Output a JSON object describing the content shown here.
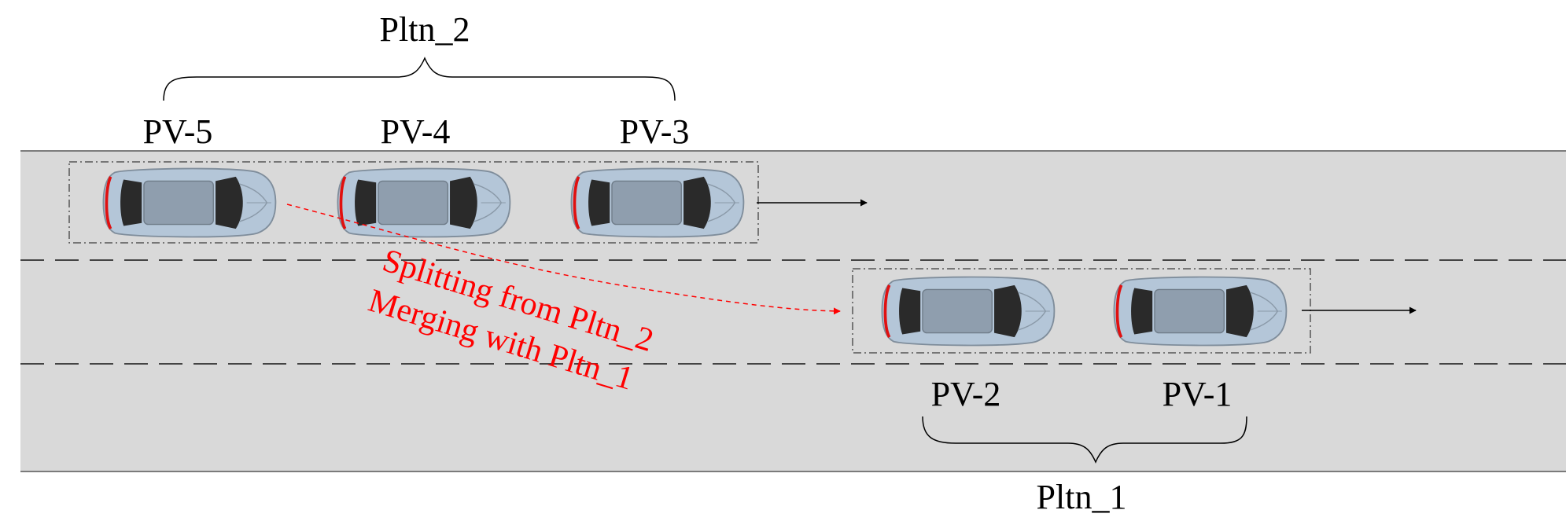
{
  "platoon_top": {
    "name": "Pltn_2",
    "vehicles": [
      "PV-5",
      "PV-4",
      "PV-3"
    ]
  },
  "platoon_bottom": {
    "name": "Pltn_1",
    "vehicles": [
      "PV-2",
      "PV-1"
    ]
  },
  "maneuver": {
    "line1": "Splitting from Pltn_2",
    "line2": "Merging with Pltn_1"
  },
  "colors": {
    "road": "#d9d9d9",
    "maneuver": "#ff0000",
    "car_body": "#b4c6d8",
    "car_roof": "#8f9eae",
    "window": "#2a2a2a"
  },
  "icons": {
    "vehicle": "car-top-view-icon",
    "direction": "arrow-right-icon"
  }
}
